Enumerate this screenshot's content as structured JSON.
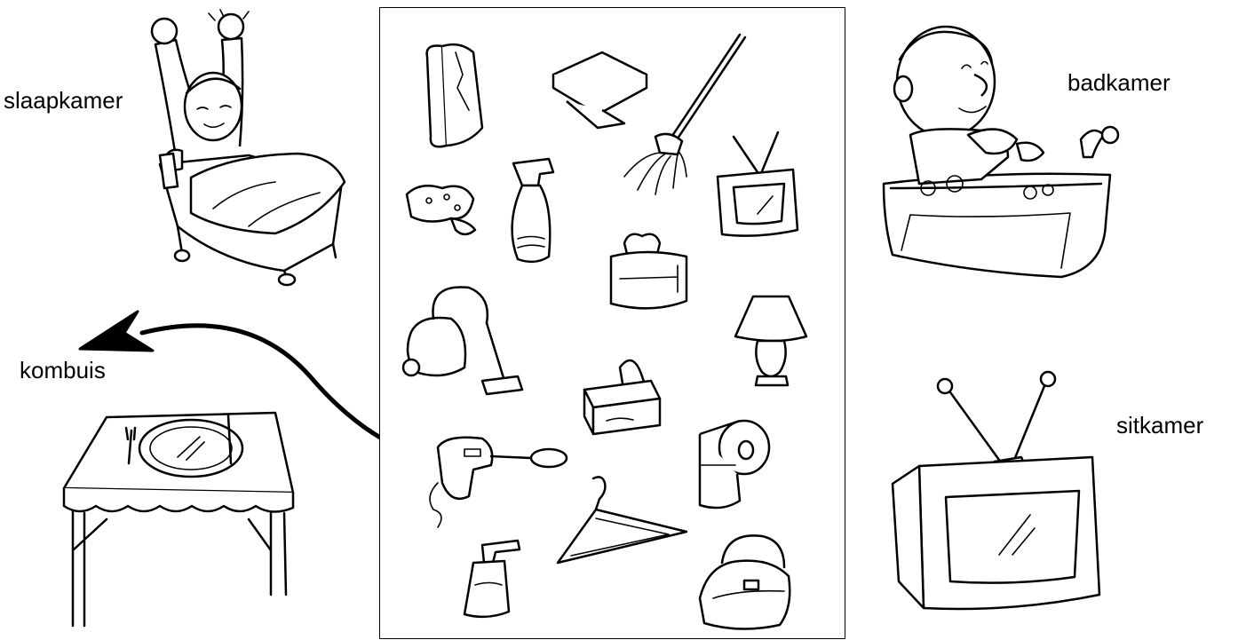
{
  "rooms": {
    "bedroom": "slaapkamer",
    "kitchen": "kombuis",
    "bathroom": "badkamer",
    "living_room": "sitkamer"
  },
  "items": [
    {
      "icon": "paper-towel-roll-icon"
    },
    {
      "icon": "folded-towel-icon"
    },
    {
      "icon": "mop-icon"
    },
    {
      "icon": "sponge-icon"
    },
    {
      "icon": "spray-bottle-icon"
    },
    {
      "icon": "television-icon"
    },
    {
      "icon": "toaster-icon"
    },
    {
      "icon": "vacuum-cleaner-icon"
    },
    {
      "icon": "table-lamp-icon"
    },
    {
      "icon": "tissue-box-icon"
    },
    {
      "icon": "hand-mixer-icon"
    },
    {
      "icon": "toilet-paper-icon"
    },
    {
      "icon": "clothes-hanger-icon"
    },
    {
      "icon": "soap-dispenser-icon"
    },
    {
      "icon": "handbag-icon"
    }
  ]
}
